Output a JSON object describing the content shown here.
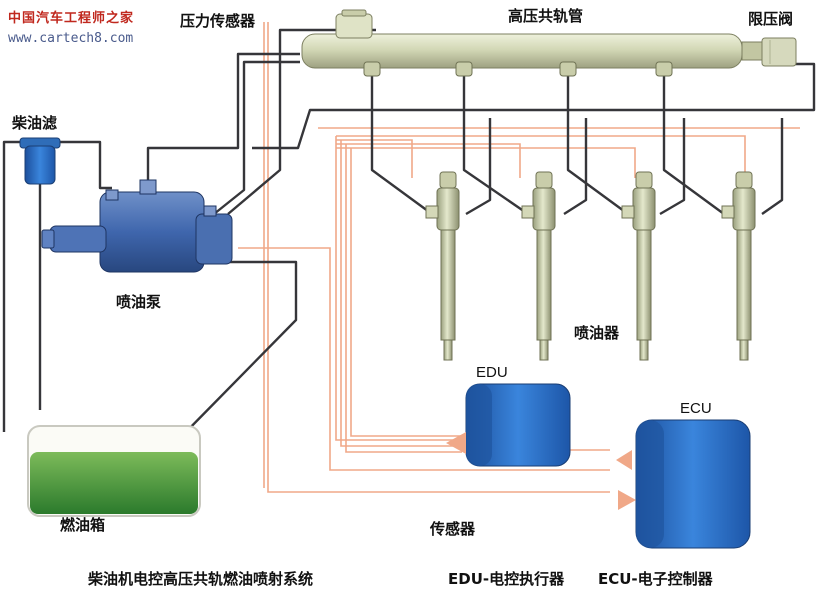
{
  "watermark": {
    "site_name": "中国汽车工程师之家",
    "site_url": "www.cartech8.com"
  },
  "labels": {
    "pressure_sensor": "压力传感器",
    "common_rail": "高压共轨管",
    "pressure_limiter": "限压阀",
    "fuel_filter": "柴油滤",
    "injection_pump": "喷油泵",
    "injectors": "喷油器",
    "fuel_tank": "燃油箱",
    "sensors": "传感器",
    "edu": "EDU",
    "ecu": "ECU"
  },
  "captions": {
    "system_title": "柴油机电控高压共轨燃油喷射系统",
    "edu_caption": "EDU-电控执行器",
    "ecu_caption": "ECU-电子控制器"
  },
  "colors": {
    "rail": "#d3d8b6",
    "fuel_line": "#36363a",
    "signal_wire": "#f0a888",
    "unit_blue": "#2b6fc4",
    "tank_fuel": "#3f8f3a",
    "watermark_red": "#c0281e"
  }
}
